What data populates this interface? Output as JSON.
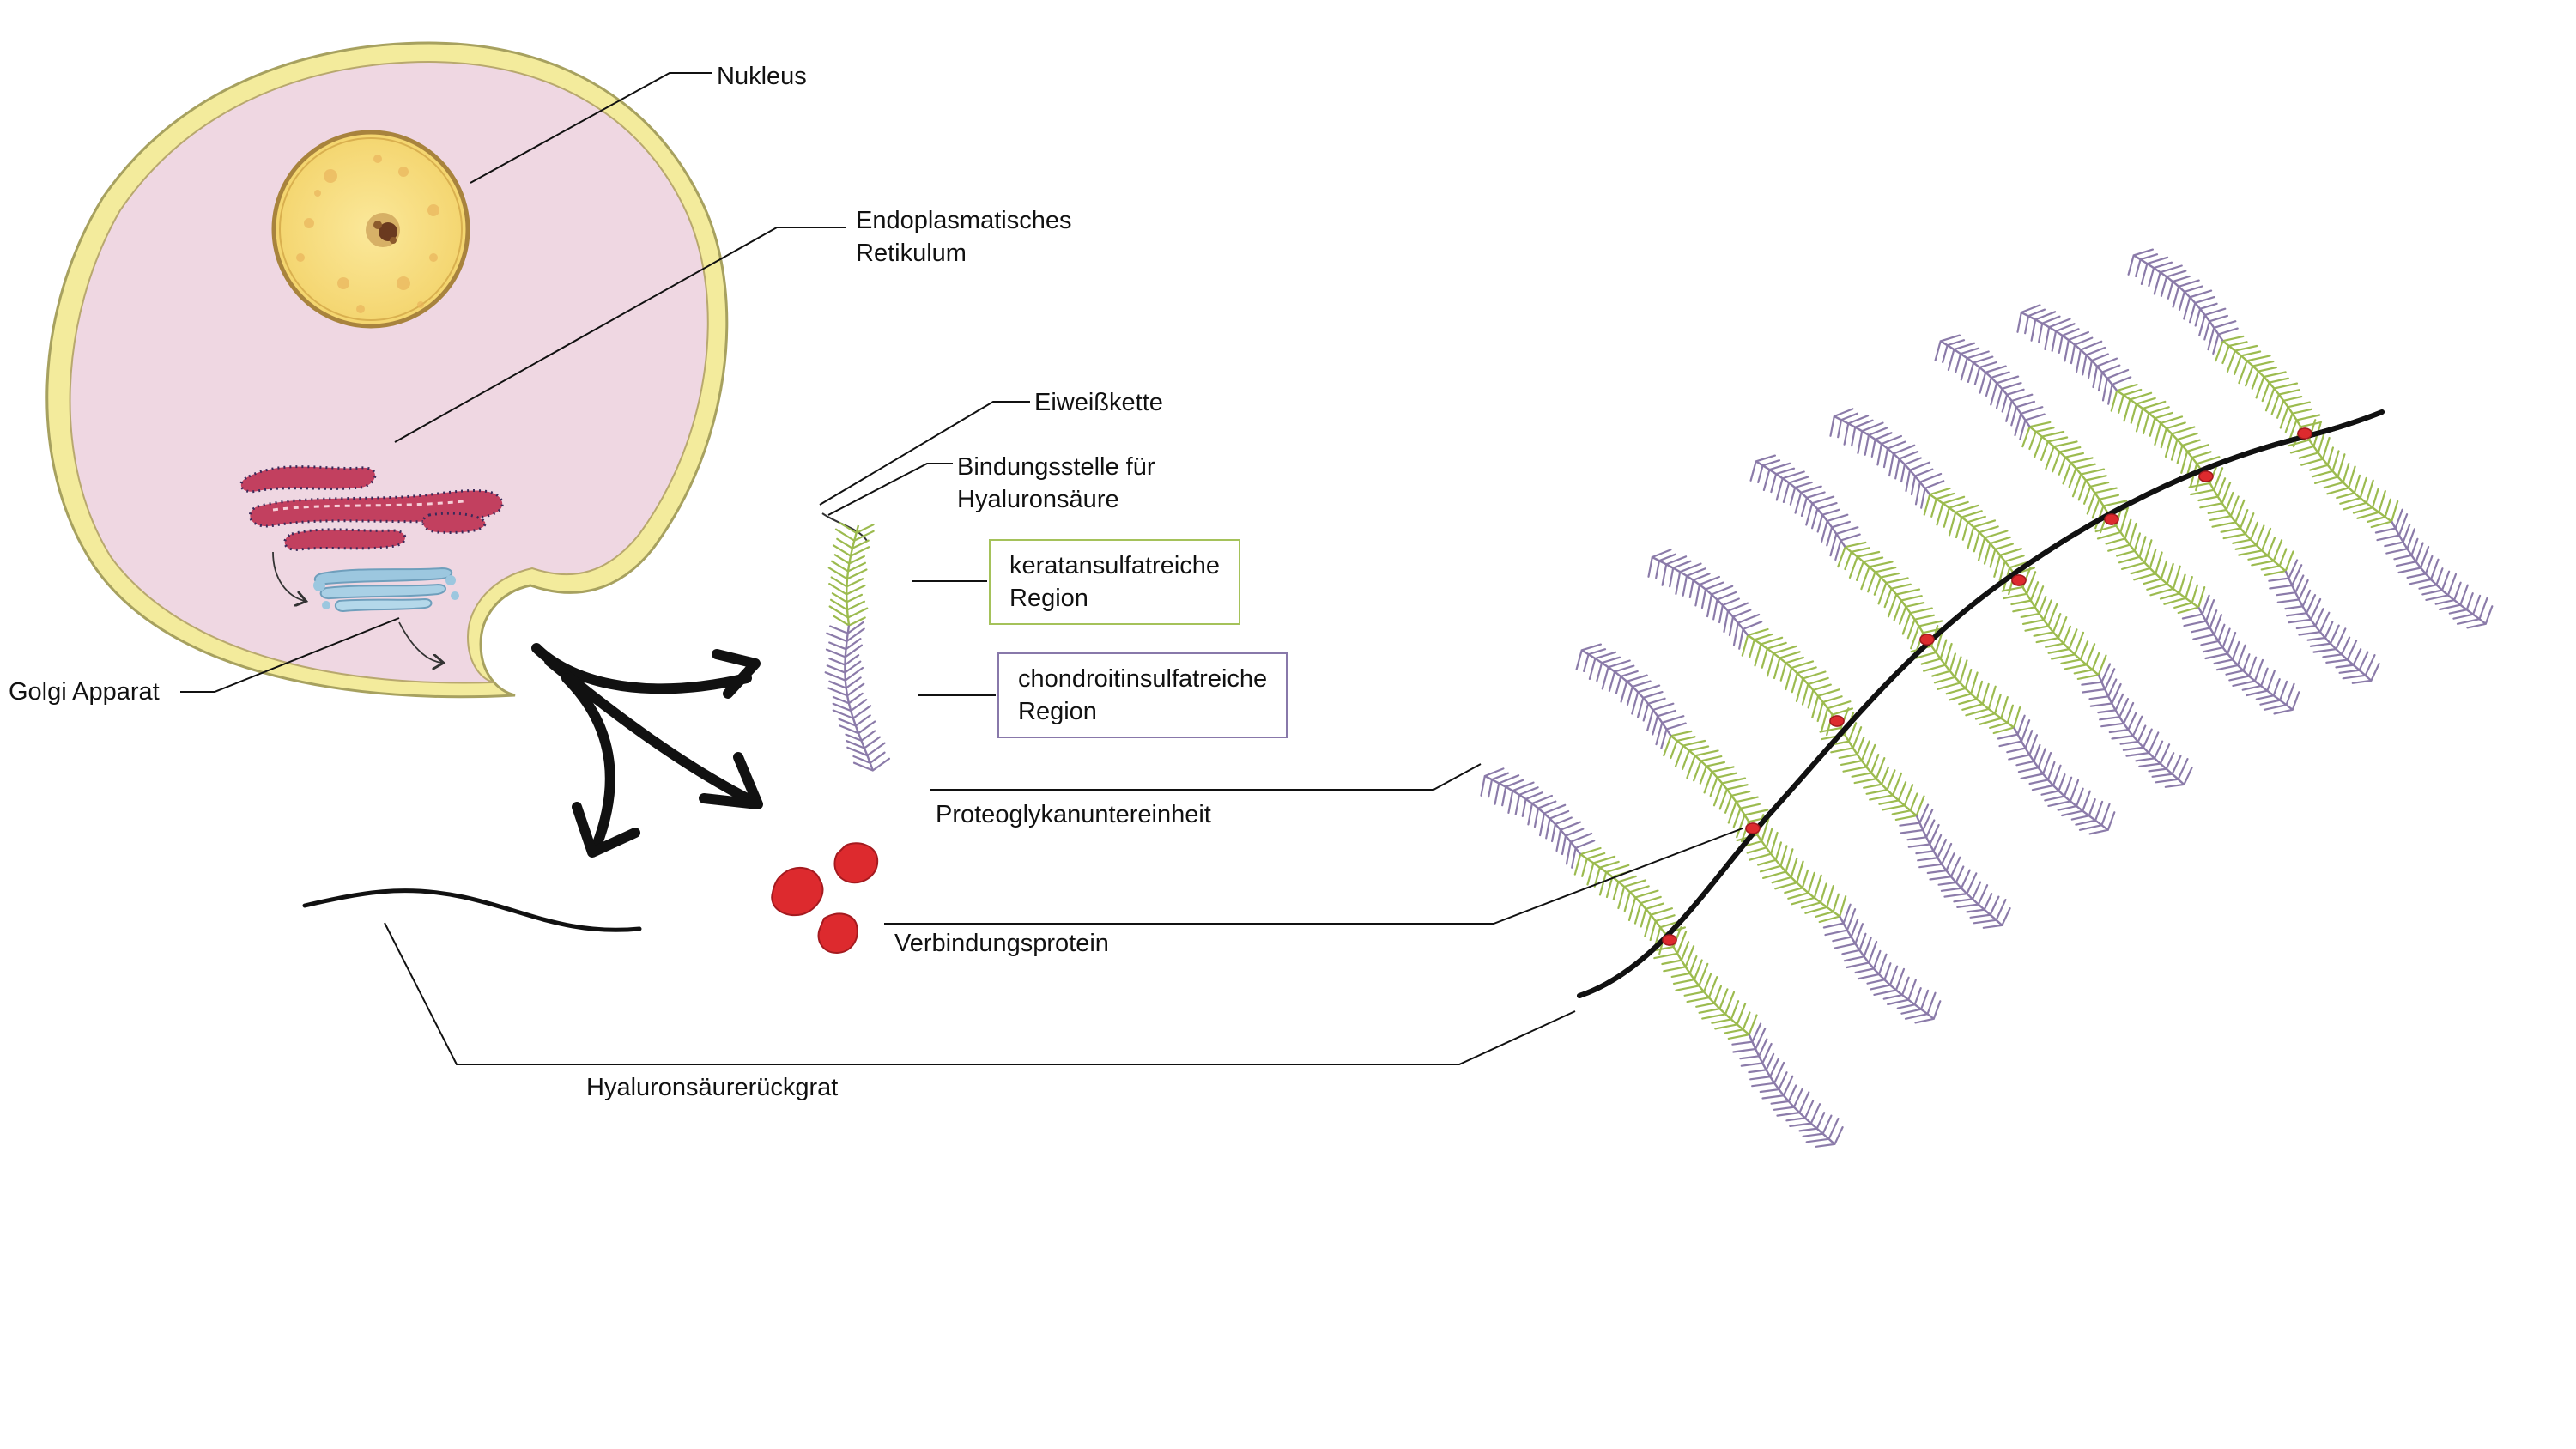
{
  "labels": {
    "nucleus": "Nukleus",
    "er_line1": "Endoplasmatisches",
    "er_line2": "Retikulum",
    "golgi": "Golgi Apparat",
    "protein_chain": "Eiweißkette",
    "binding_line1": "Bindungsstelle für",
    "binding_line2": "Hyaluronsäure",
    "keratan_line1": "keratansulfatreiche",
    "keratan_line2": "Region",
    "chondroitin_line1": "chondroitinsulfatreiche",
    "chondroitin_line2": "Region",
    "proteoglycan_subunit": "Proteoglykanuntereinheit",
    "link_protein": "Verbindungsprotein",
    "hyaluronan_backbone": "Hyaluronsäurerückgrat"
  },
  "colors": {
    "cell_membrane": "#f3eb9c",
    "membrane_outline": "#a7a15f",
    "cytoplasm": "#efd7e2",
    "nucleus": "#f6dc7a",
    "nucleus_rim": "#a8833d",
    "er": "#c2405f",
    "golgi": "#9cc7df",
    "keratan_sulfate": "#9cbb4f",
    "chondroitin_sulfate": "#8b7ba9",
    "link_protein": "#dd2a2e",
    "backbone": "#111111",
    "keratan_box_border": "#a5c25a",
    "chondroitin_box_border": "#8878aa"
  }
}
